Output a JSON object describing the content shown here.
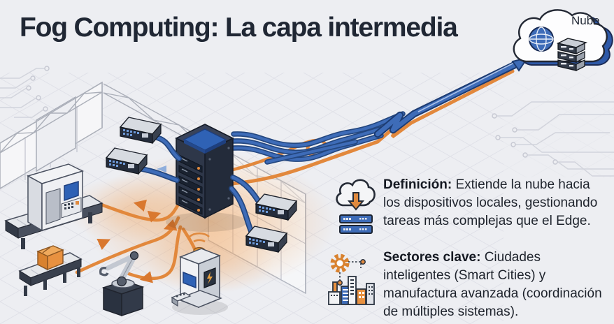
{
  "title": "Fog Computing: La capa intermedia",
  "cloud": {
    "label": "Nube",
    "icon": "cloud-globe-server-icon"
  },
  "info": {
    "definition": {
      "icon": "cloud-download-to-server-icon",
      "label": "Definición:",
      "text": "Extiende la nube hacia los dispositivos locales, gestionando tareas más complejas que el Edge."
    },
    "sectors": {
      "icon": "gear-smart-city-icon",
      "label": "Sectores clave:",
      "text": "Ciudades inteligentes (Smart Cities) y manufactura avanzada (coordinación de múltiples sistemas)."
    }
  },
  "scene": {
    "elements": [
      "warehouse-walls",
      "fog-server-rack",
      "network-switches",
      "scanner-machine",
      "conveyor-belt",
      "package-box",
      "robotic-arm",
      "iot-device",
      "orange-data-flows",
      "blue-uplink-lines",
      "cloud-uplink-arrow",
      "nube-cloud"
    ]
  },
  "colors": {
    "background": "#EDEEF2",
    "orange": "#E2883C",
    "blue": "#3E6CB8",
    "blue_dark": "#24477F",
    "navy": "#242C3B",
    "ink": "#202734",
    "grid": "#DEDFE7"
  }
}
